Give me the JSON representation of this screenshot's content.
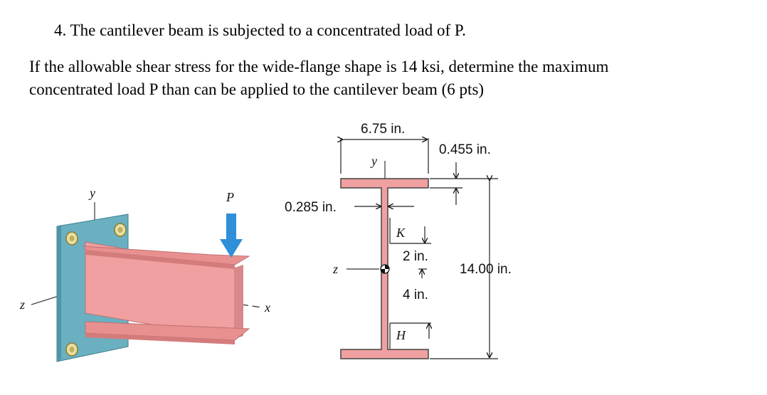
{
  "question": {
    "line1": "4.  The cantilever beam is subjected to a concentrated load of P.",
    "line2": "If the allowable shear stress for the wide-flange shape is 14 ksi, determine the maximum",
    "line3": "concentrated load P than can be applied to the cantilever beam (6 pts)"
  },
  "beam_figure": {
    "axis_y": "y",
    "axis_z": "z",
    "axis_x": "x",
    "load": "P"
  },
  "section": {
    "flange_width": "6.75 in.",
    "flange_thickness": "0.455 in.",
    "web_thickness": "0.285 in.",
    "depth": "14.00 in.",
    "dim_2in": "2 in.",
    "dim_4in": "4 in.",
    "point_k": "K",
    "point_h": "H",
    "axis_y": "y",
    "axis_z": "z"
  },
  "colors": {
    "beam": "#f0a0a0",
    "wall": "#6ab0c0",
    "load_arrow": "#2f8fd8"
  }
}
